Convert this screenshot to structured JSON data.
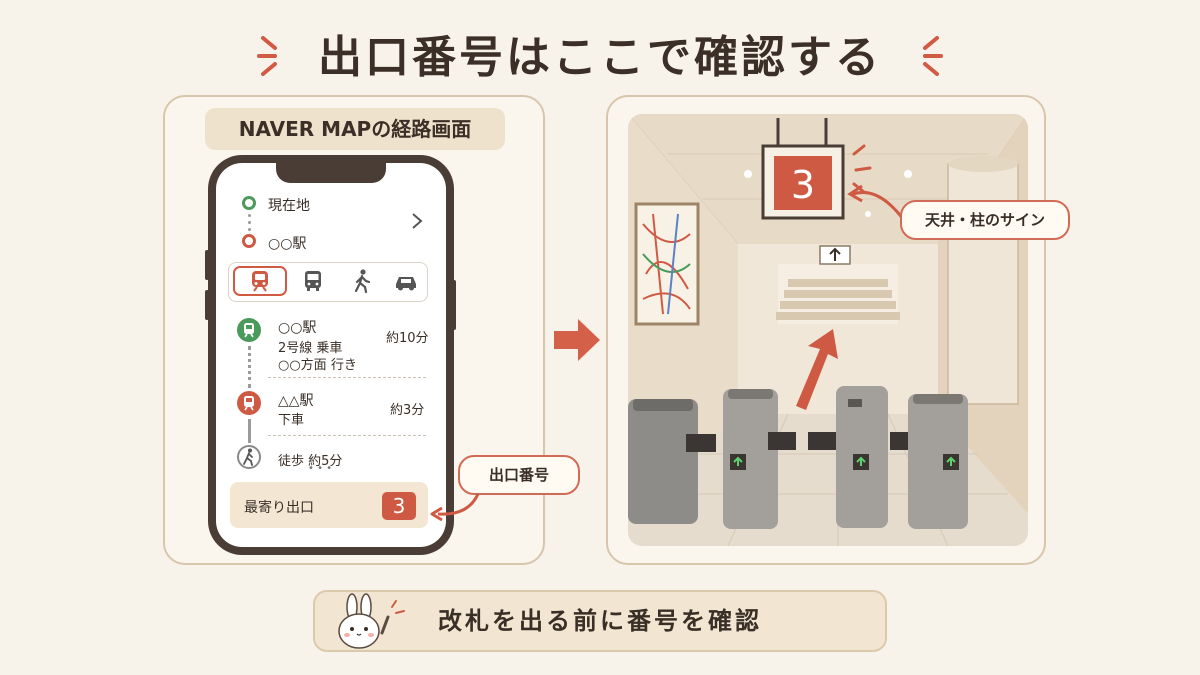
{
  "title": "出口番号はここで確認する",
  "left_panel": {
    "label": "NAVER MAPの経路画面",
    "origin": "現在地",
    "destination": "○○駅",
    "modes": [
      "subway-icon",
      "bus-icon",
      "walk-icon",
      "car-icon"
    ],
    "route": [
      {
        "station": "○○駅",
        "line": "2号線 乗車",
        "direction": "○○方面 行き",
        "time": "約10分"
      },
      {
        "station": "△△駅",
        "action": "下車",
        "time": "約3分"
      },
      {
        "walk": "徒歩 約5分",
        "more": "• • •"
      }
    ],
    "nearest_exit_label": "最寄り出口",
    "nearest_exit_number": "3",
    "callout": "出口番号"
  },
  "right_panel": {
    "sign_number": "3",
    "callout": "天井・柱のサイン"
  },
  "bottom": {
    "text": "改札を出る前に番号を確認"
  },
  "colors": {
    "accent_red": "#cf5a44",
    "green": "#4a9a5c",
    "background": "#f8f3ea",
    "panel_border": "#d8c6ac"
  }
}
